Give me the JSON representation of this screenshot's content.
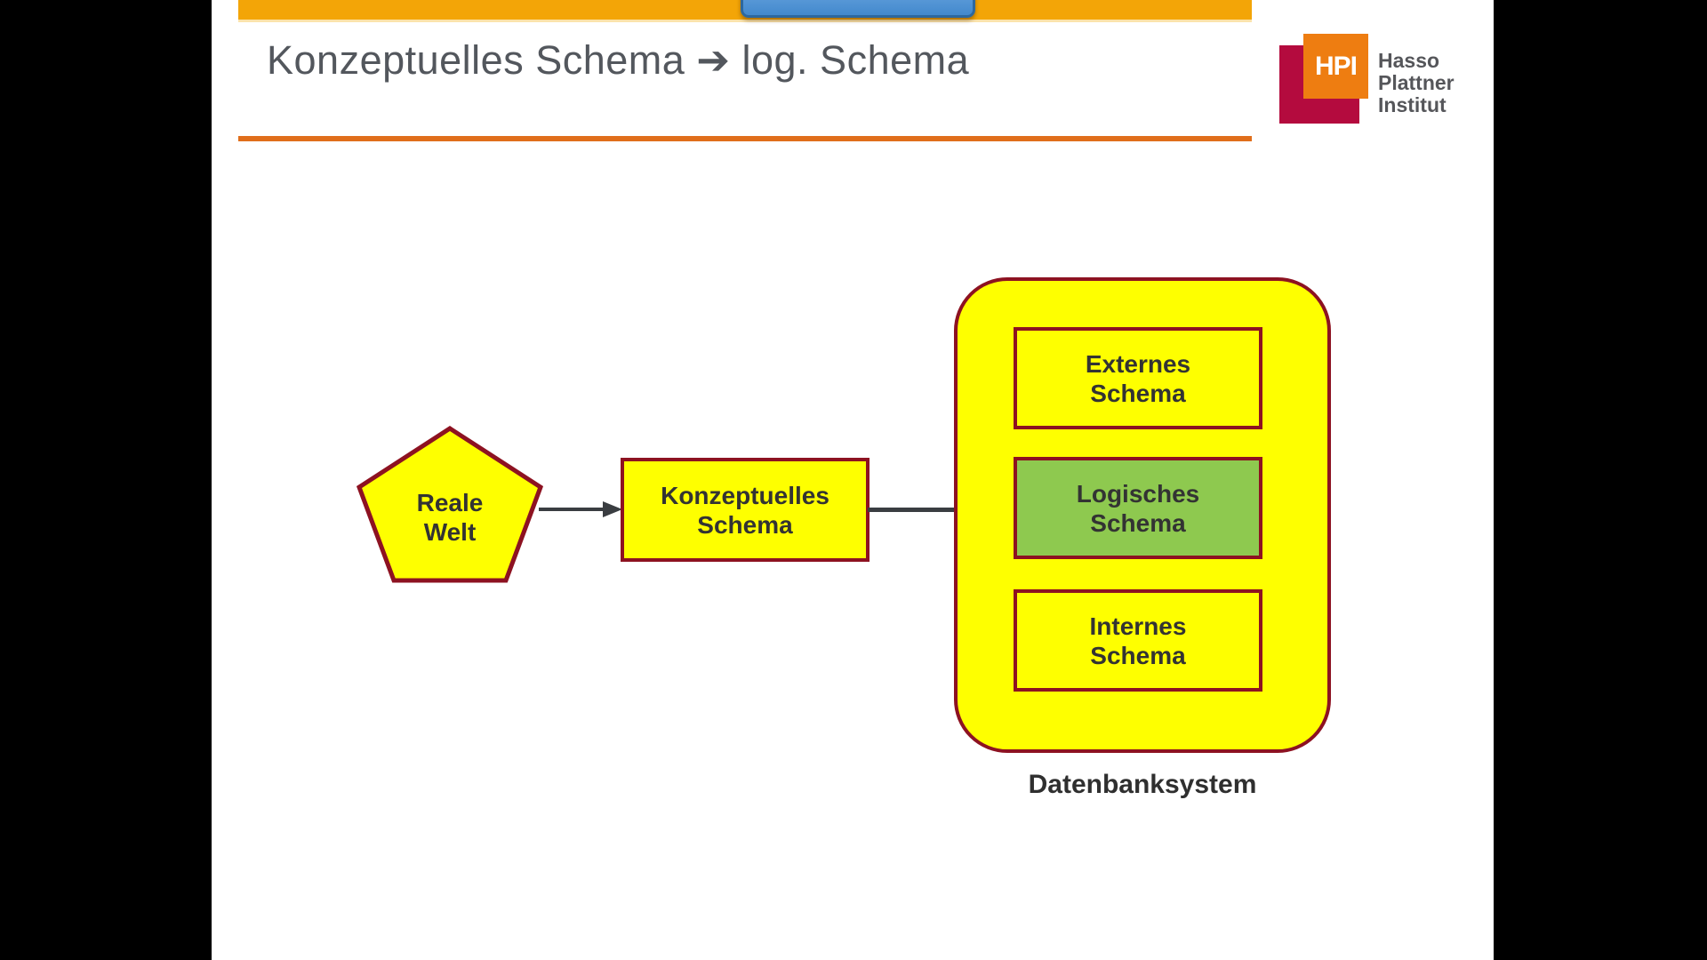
{
  "header": {
    "title": "Konzeptuelles Schema ➔ log. Schema"
  },
  "logo": {
    "monogram": "HPI",
    "name_lines": [
      "Hasso",
      "Plattner",
      "Institut"
    ]
  },
  "diagram": {
    "real_world": {
      "line1": "Reale",
      "line2": "Welt"
    },
    "conceptual": {
      "line1": "Konzeptuelles",
      "line2": "Schema"
    },
    "dbs": {
      "label": "Datenbanksystem",
      "external": {
        "line1": "Externes",
        "line2": "Schema"
      },
      "logical": {
        "line1": "Logisches",
        "line2": "Schema"
      },
      "internal": {
        "line1": "Internes",
        "line2": "Schema"
      }
    }
  },
  "colors": {
    "top_bar": "#f3a507",
    "title_rule": "#e06e1b",
    "title_text": "#53575d",
    "shape_fill_yellow": "#feff00",
    "shape_fill_green": "#8ec94f",
    "shape_border": "#8d1221",
    "connector": "#3a3d41",
    "box_text": "#333333",
    "logo_red": "#b40b3e",
    "logo_orange": "#ee7d11",
    "logo_text": "#55565a",
    "overlay_button_fill": "#4389cd",
    "overlay_button_border": "#2d689f"
  }
}
